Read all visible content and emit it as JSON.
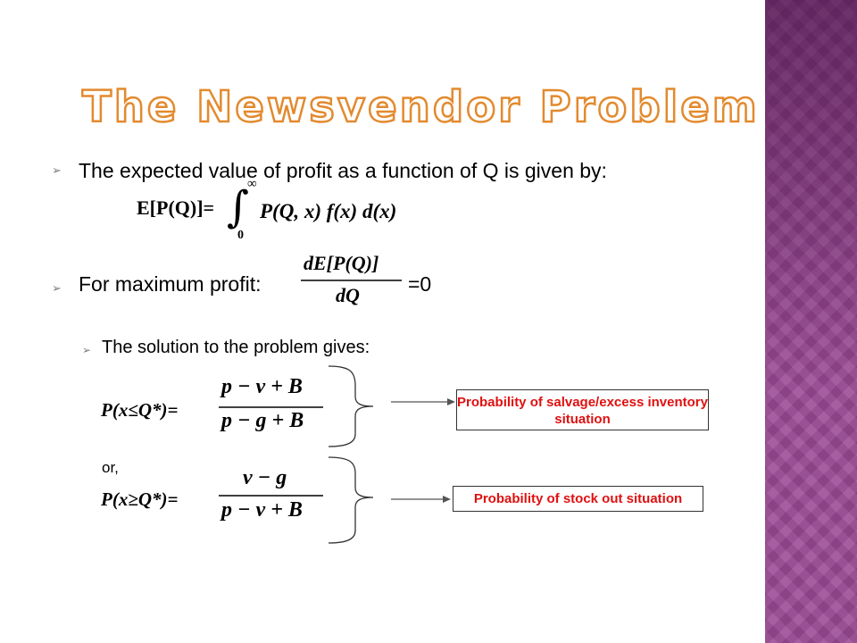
{
  "slide": {
    "title": "The Newsvendor Problem",
    "bullet1": "The expected value of profit as a function of Q is given by:",
    "eq1_lhs": "E[P(Q)]=",
    "eq1_upper": "∞",
    "eq1_lower": "0",
    "eq1_integrand": "P(Q, x) f(x) d(x)",
    "bullet2": "For maximum profit:",
    "eq2_num": "dE[P(Q)]",
    "eq2_den": "dQ",
    "eq2_rhs": "=0",
    "sub_bullet": "The solution to the problem gives:",
    "eq3_lhs": "P(x≤Q*)=",
    "eq3_num": "p − v + B",
    "eq3_den": "p − g + B",
    "or_label": "or,",
    "eq4_lhs": "P(x≥Q*)=",
    "eq4_num": "v − g",
    "eq4_den": "p − v + B",
    "box1": "Probability of salvage/excess inventory situation",
    "box2": "Probability of stock out situation"
  },
  "colors": {
    "title_outline": "#e38a2e",
    "box_text": "#e01010",
    "sidebar": "#9a4a95"
  }
}
